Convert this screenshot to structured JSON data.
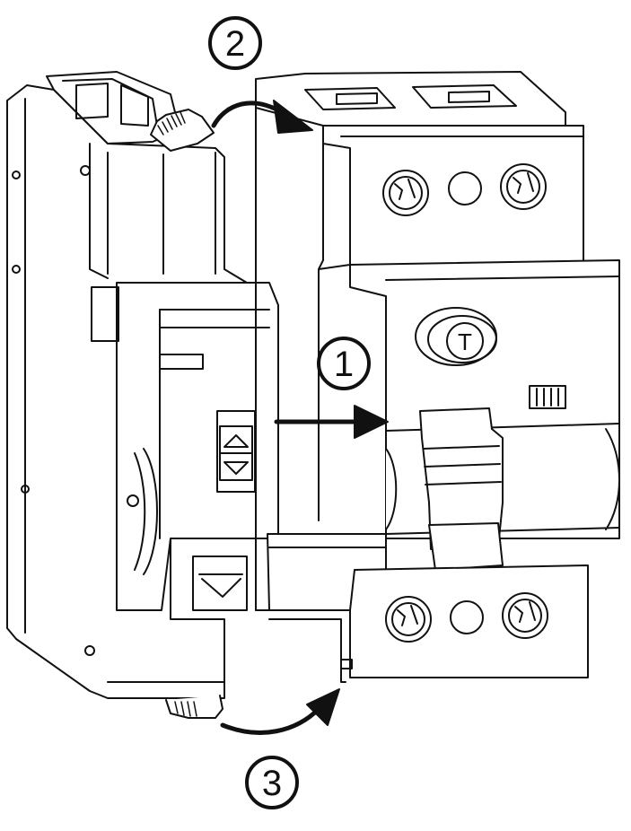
{
  "diagram": {
    "steps": [
      {
        "number": "1",
        "label": "step-1-marker"
      },
      {
        "number": "2",
        "label": "step-2-marker"
      },
      {
        "number": "3",
        "label": "step-3-marker"
      }
    ],
    "test_button_label": "T",
    "colors": {
      "line": "#111111",
      "fill": "#ffffff"
    }
  }
}
